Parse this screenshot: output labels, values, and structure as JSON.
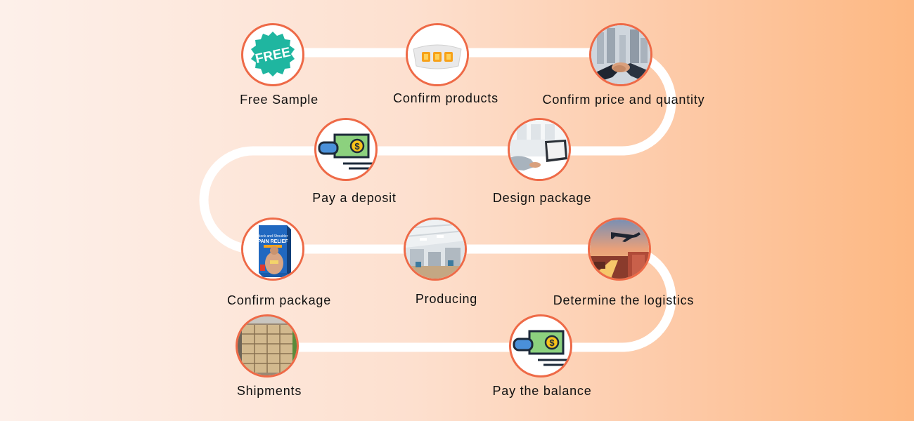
{
  "colors": {
    "circle_border": "#ee6a47",
    "path": "#ffffff",
    "label_text": "#111111"
  },
  "steps": [
    {
      "label": "Free Sample",
      "icon": "free-badge-icon",
      "badge_text": "FREE"
    },
    {
      "label": "Confirm products",
      "icon": "heat-patch-icon"
    },
    {
      "label": "Confirm price and quantity",
      "icon": "handshake-icon"
    },
    {
      "label": "Pay a deposit",
      "icon": "money-hand-icon"
    },
    {
      "label": "Design package",
      "icon": "laptop-work-icon"
    },
    {
      "label": "Confirm package",
      "icon": "product-box-icon",
      "box_text": "PAIN RELIEF"
    },
    {
      "label": "Producing",
      "icon": "factory-icon"
    },
    {
      "label": "Determine the logistics",
      "icon": "airplane-logistics-icon"
    },
    {
      "label": "Shipments",
      "icon": "cartons-icon"
    },
    {
      "label": "Pay the balance",
      "icon": "money-hand-icon"
    }
  ]
}
